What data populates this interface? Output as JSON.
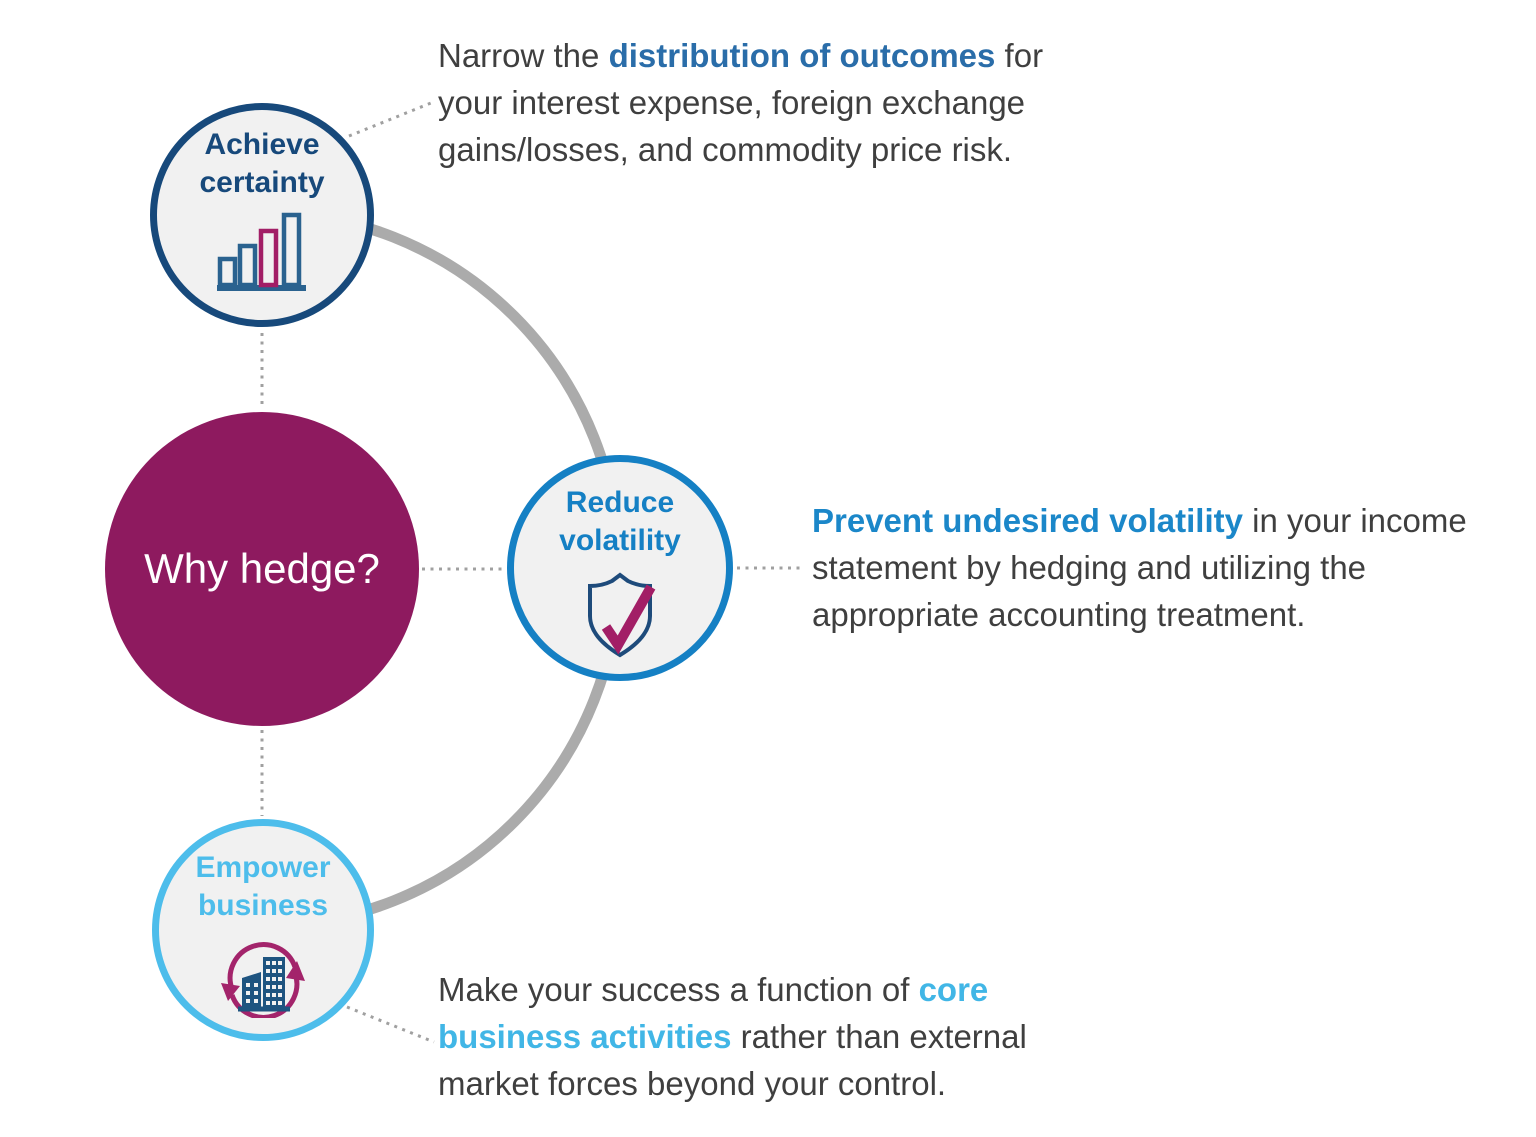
{
  "diagram": {
    "center": {
      "label": "Why hedge?"
    },
    "nodes": [
      {
        "id": "achieve-certainty",
        "label_line1": "Achieve",
        "label_line2": "certainty",
        "icon": "bar-chart-icon"
      },
      {
        "id": "reduce-volatility",
        "label_line1": "Reduce",
        "label_line2": "volatility",
        "icon": "shield-check-icon"
      },
      {
        "id": "empower-business",
        "label_line1": "Empower",
        "label_line2": "business",
        "icon": "buildings-cycle-icon"
      }
    ],
    "descriptions": [
      {
        "for": "achieve-certainty",
        "prefix": "Narrow the ",
        "highlight": "distribution of outcomes",
        "suffix": " for your interest expense, foreign exchange gains/losses, and commodity price risk."
      },
      {
        "for": "reduce-volatility",
        "prefix": "",
        "highlight": "Prevent undesired volatility",
        "suffix": " in your income statement by hedging and utilizing the appropriate accounting treatment."
      },
      {
        "for": "empower-business",
        "prefix": "Make your success a function of ",
        "highlight": "core business activities",
        "suffix": " rather than external market forces beyond your control."
      }
    ],
    "colors": {
      "center_circle": "#8E1A5F",
      "center_text": "#FFFFFF",
      "achieve_navy": "#17497B",
      "reduce_blue": "#1580C4",
      "empower_light_blue": "#4DBDEB",
      "accent_magenta": "#A21E66",
      "building_navy": "#1E5480",
      "body_text": "#3F3F3F",
      "highlight_achieve": "#2A6DA9",
      "highlight_reduce": "#1B87C9",
      "highlight_empower": "#41B6E6",
      "orbit_arc": "#ABABAB",
      "dotted_line": "#A0A0A0",
      "node_fill": "#F1F1F1"
    }
  }
}
